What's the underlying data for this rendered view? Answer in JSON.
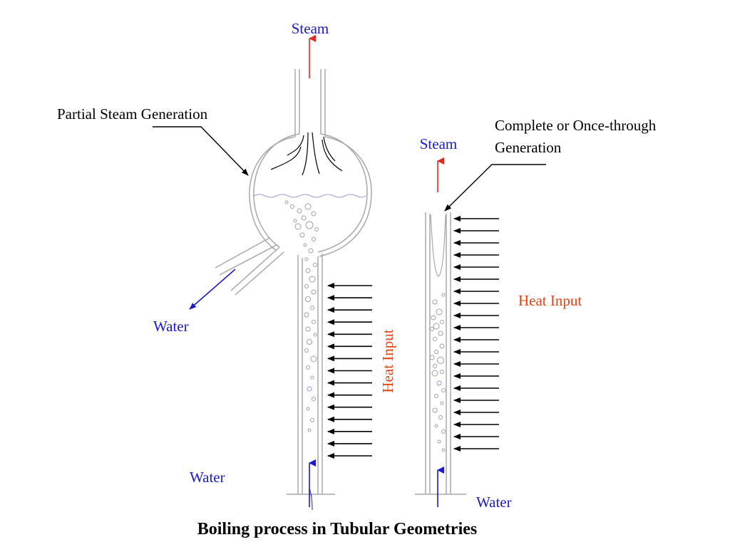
{
  "colors": {
    "flow_label": "#1a1acc",
    "heat_label": "#e8400e",
    "steam_arrow": "#e02a1a",
    "water_arrow": "#1a1acc",
    "text": "#000000",
    "tube": "#a8a8a8"
  },
  "diagram": {
    "title": "Boiling process in Tubular Geometries",
    "left_system": {
      "steam_label": "Steam",
      "callout_label": "Partial Steam Generation",
      "outlet_water_label": "Water",
      "inlet_water_label": "Water",
      "heat_label": "Heat Input",
      "heat_arrow_count": 15
    },
    "right_system": {
      "steam_label": "Steam",
      "callout_label_line1": "Complete or Once-through",
      "callout_label_line2": "Generation",
      "inlet_water_label": "Water",
      "heat_label": "Heat Input",
      "heat_arrow_count": 20
    }
  }
}
